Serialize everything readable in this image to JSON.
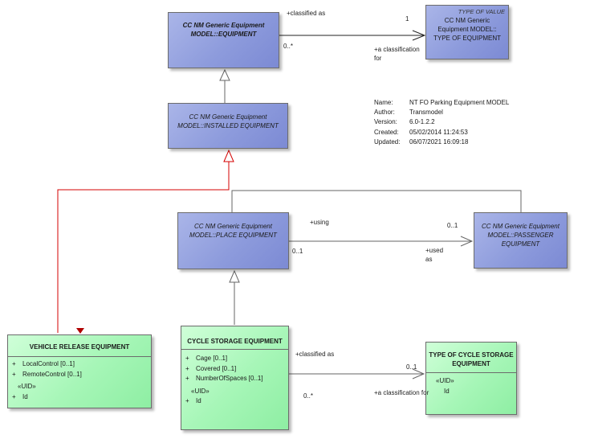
{
  "classes": {
    "equipment": {
      "line1": "CC NM Generic Equipment",
      "line2": "MODEL::EQUIPMENT"
    },
    "type_of_equipment": {
      "stereotype": "TYPE OF VALUE",
      "line1": "CC NM Generic",
      "line2": "Equipment MODEL::",
      "line3": "TYPE OF EQUIPMENT"
    },
    "installed_equipment": {
      "line1": "CC NM Generic Equipment",
      "line2": "MODEL::INSTALLED EQUIPMENT"
    },
    "place_equipment": {
      "line1": "CC NM Generic Equipment",
      "line2": "MODEL::PLACE EQUIPMENT"
    },
    "passenger_equipment": {
      "line1": "CC NM Generic Equipment",
      "line2": "MODEL::PASSENGER",
      "line3": "EQUIPMENT"
    },
    "vehicle_release_equipment": {
      "name": "VEHICLE RELEASE EQUIPMENT",
      "attributes": [
        {
          "vis": "+",
          "text": "LocalControl [0..1]"
        },
        {
          "vis": "+",
          "text": "RemoteControl [0..1]"
        }
      ],
      "uid_stereotype": "«UID»",
      "uid": {
        "vis": "+",
        "text": "Id"
      }
    },
    "cycle_storage_equipment": {
      "name": "CYCLE STORAGE EQUIPMENT",
      "attributes": [
        {
          "vis": "+",
          "text": "Cage [0..1]"
        },
        {
          "vis": "+",
          "text": "Covered [0..1]"
        },
        {
          "vis": "+",
          "text": "NumberOfSpaces [0..1]"
        }
      ],
      "uid_stereotype": "«UID»",
      "uid": {
        "vis": "+",
        "text": "Id"
      }
    },
    "type_of_cycle_storage_equipment": {
      "line1": "TYPE OF CYCLE STORAGE",
      "line2": "EQUIPMENT",
      "uid_stereotype": "«UID»",
      "uid": {
        "text": "Id"
      }
    }
  },
  "labels": {
    "classified_as_top": "+classified as",
    "mult_1_top": "1",
    "mult_0n_top": "0..*",
    "a_classification_for_top_1": "+a classification",
    "a_classification_for_top_2": "for",
    "using": "+using",
    "mult_01_place": "0..1",
    "mult_01_passenger": "0..1",
    "used_as_1": "+used",
    "used_as_2": "as",
    "classified_as_bottom": "+classified as",
    "mult_01_bottom": "0..1",
    "mult_0n_bottom": "0..*",
    "a_classification_for_bottom": "+a classification for"
  },
  "model_info": {
    "name_key": "Name:",
    "name_val": "NT FO Parking Equipment MODEL",
    "author_key": "Author:",
    "author_val": "Transmodel",
    "version_key": "Version:",
    "version_val": "6.0-1.2.2",
    "created_key": "Created:",
    "created_val": "05/02/2014 11:24:53",
    "updated_key": "Updated:",
    "updated_val": "06/07/2021 16:09:18"
  },
  "colors": {
    "class_blue": "#8d9bdc",
    "class_green": "#a6f6b7",
    "generalization_red": "#d40000",
    "connector": "#666666"
  }
}
